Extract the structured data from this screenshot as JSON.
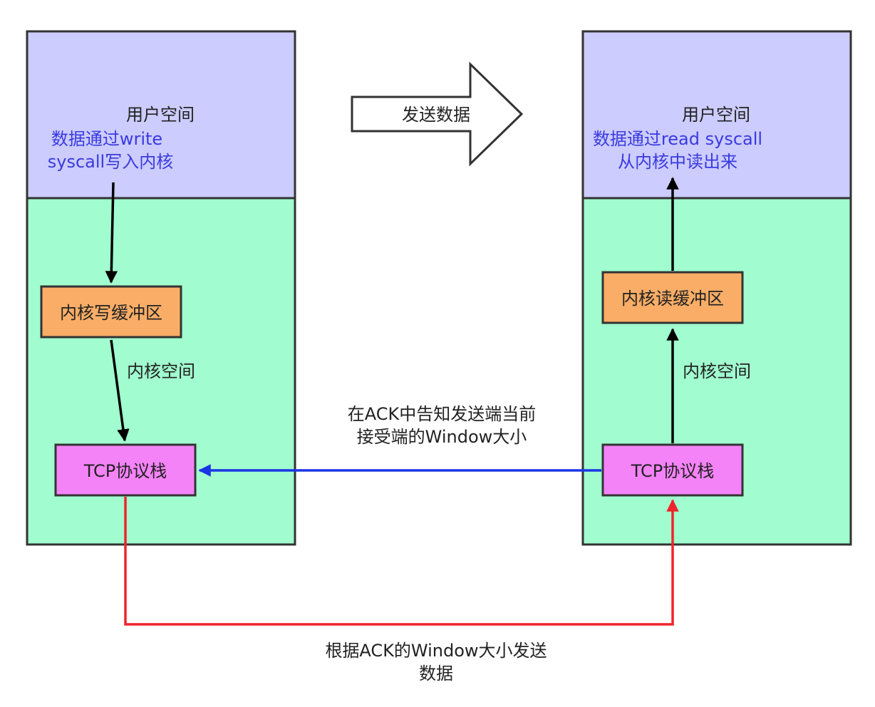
{
  "sender": {
    "user_space_label": "用户空间",
    "note_line1": "数据通过write",
    "note_line2": "syscall写入内核",
    "buffer_label": "内核写缓冲区",
    "kernel_space_label": "内核空间",
    "tcp_label": "TCP协议栈"
  },
  "receiver": {
    "user_space_label": "用户空间",
    "note_line1": "数据通过read syscall",
    "note_line2": "从内核中读出来",
    "buffer_label": "内核读缓冲区",
    "kernel_space_label": "内核空间",
    "tcp_label": "TCP协议栈"
  },
  "send_arrow_label": "发送数据",
  "ack_label_line1": "在ACK中告知发送端当前",
  "ack_label_line2": "接受端的Window大小",
  "send_data_label_line1": "根据ACK的Window大小发送",
  "send_data_label_line2": "数据",
  "colors": {
    "user_space": "#ccccff",
    "kernel_space": "#a1fccf",
    "buffer": "#f9ad66",
    "tcp_stack": "#f583f8",
    "ack_arrow": "#1a35e6",
    "data_arrow": "#f0242c",
    "note_text": "#3a3adf"
  }
}
